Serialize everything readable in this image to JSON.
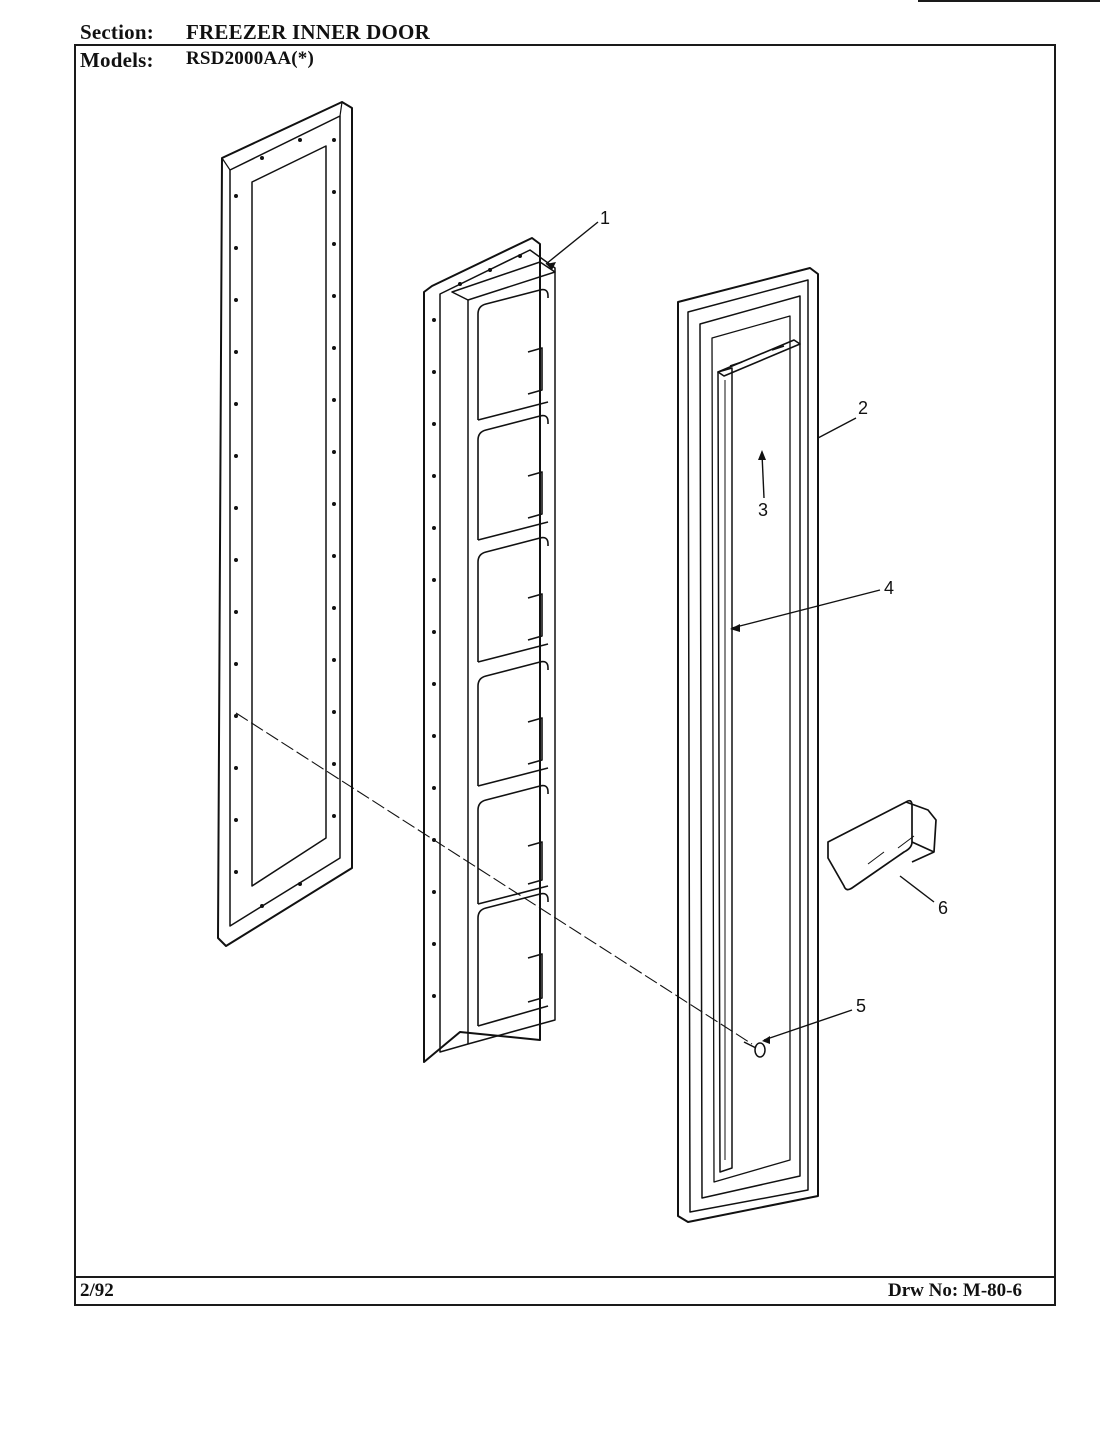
{
  "header": {
    "section_label": "Section:",
    "section_value": "FREEZER INNER DOOR",
    "models_label": "Models:",
    "models_value": "RSD2000AA(*)"
  },
  "footer": {
    "date": "2/92",
    "drawing_number": "Drw No: M-80-6"
  },
  "callouts": [
    "1",
    "2",
    "3",
    "4",
    "5",
    "6"
  ]
}
